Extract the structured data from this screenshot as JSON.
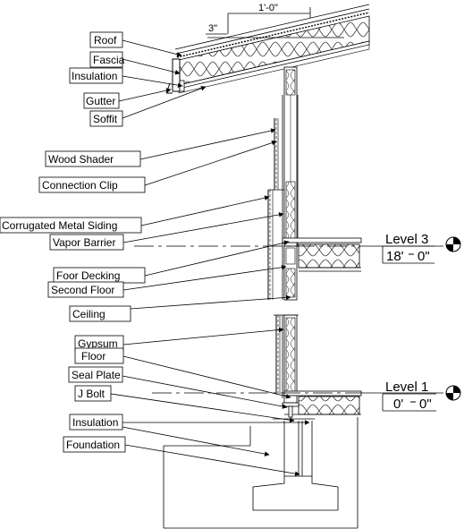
{
  "dimensions": {
    "top": "1'-0\"",
    "overhang": "3\""
  },
  "labels": {
    "roof": "Roof",
    "fascia": "Fascia",
    "insulation_top": "Insulation",
    "gutter": "Gutter",
    "soffit": "Soffit",
    "wood_shader": "Wood Shader",
    "connection_clip": "Connection Clip",
    "corrugated_siding": "Corrugated Metal Siding",
    "vapor_barrier": "Vapor Barrier",
    "floor_decking": "Foor Decking",
    "second_floor": "Second Floor",
    "ceiling": "Ceiling",
    "gypsum": "Gypsum",
    "floor": "Floor",
    "seal_plate": "Seal Plate",
    "j_bolt": "J Bolt",
    "insulation_bottom": "Insulation",
    "foundation": "Foundation"
  },
  "levels": {
    "level3": {
      "name": "Level 3",
      "ft": "18'",
      "in": "0\""
    },
    "level1": {
      "name": "Level 1",
      "ft": "0'",
      "in": "0\""
    }
  },
  "colors": {
    "ink": "#000000",
    "paper": "#ffffff"
  }
}
